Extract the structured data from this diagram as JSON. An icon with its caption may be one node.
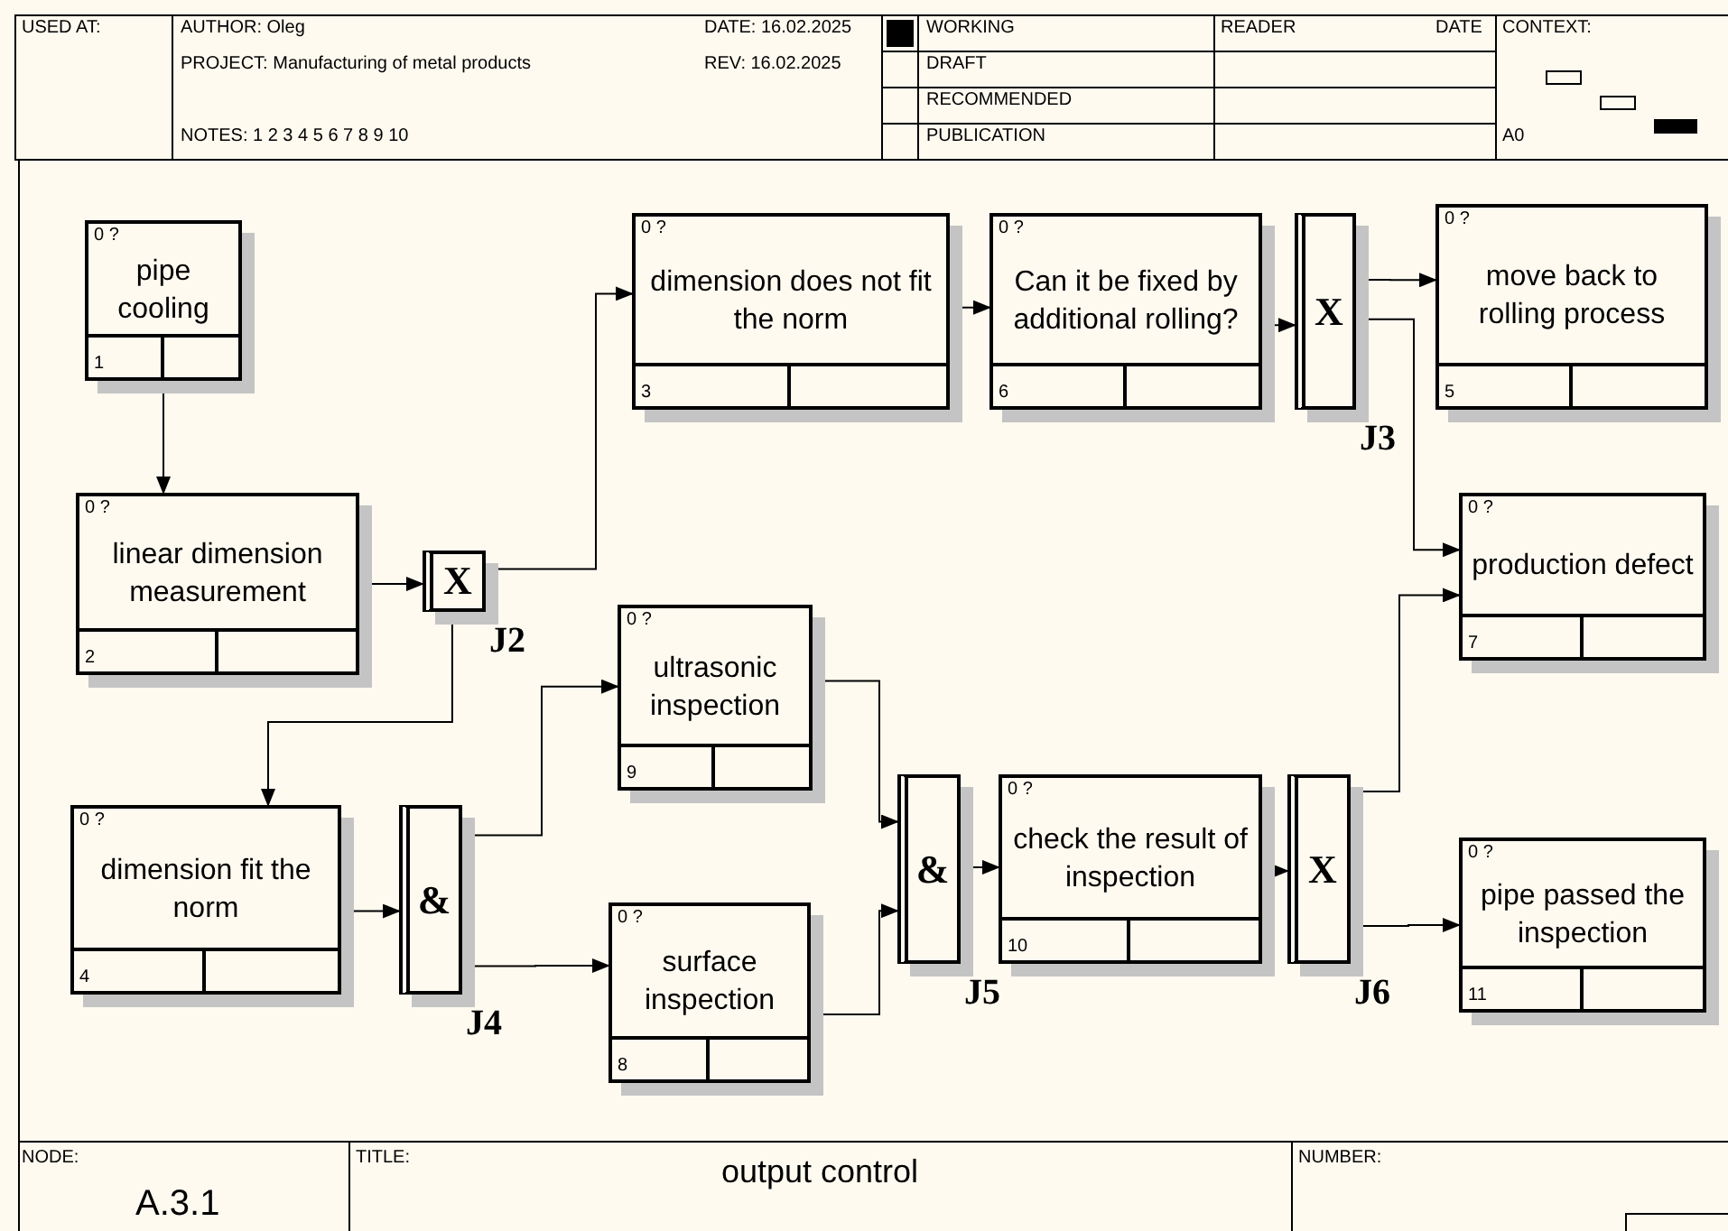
{
  "diagram": {
    "title": "output control",
    "nodes": [
      {
        "text": [
          "0 ?",
          "pipe cooling",
          "1"
        ]
      },
      {
        "text": [
          "0 ?",
          "linear dimension measurement",
          "2"
        ]
      },
      {
        "text": [
          "X"
        ],
        "beside": [
          "J2"
        ]
      },
      {
        "text": [
          "0 ?",
          "dimension does not fit the norm",
          "3"
        ]
      },
      {
        "text": [
          "0 ?",
          "Can it be fixed by additional rolling?",
          "6"
        ]
      },
      {
        "text": [
          "X"
        ],
        "beside": [
          "J3"
        ]
      },
      {
        "text": [
          "0 ?",
          "move back to rolling process",
          "5"
        ]
      },
      {
        "text": [
          "0 ?",
          "production defect",
          "7"
        ]
      },
      {
        "text": [
          "0 ?",
          "ultrasonic inspection",
          "9"
        ]
      },
      {
        "text": [
          "0 ?",
          "dimension fit the norm",
          "4"
        ]
      },
      {
        "text": [
          "&"
        ],
        "beside": [
          "J4"
        ]
      },
      {
        "text": [
          "0 ?",
          "surface inspection",
          "8"
        ]
      },
      {
        "text": [
          "&"
        ],
        "beside": [
          "J5"
        ]
      },
      {
        "text": [
          "0 ?",
          "check the result of inspection",
          "10"
        ]
      },
      {
        "text": [
          "X"
        ],
        "beside": [
          "J6"
        ]
      },
      {
        "text": [
          "0 ?",
          "pipe passed the inspection",
          "11"
        ]
      }
    ],
    "edges": [
      {
        "from": 0,
        "to": 1,
        "arrow": "to"
      },
      {
        "from": 1,
        "to": 2,
        "arrow": "to"
      },
      {
        "from": 2,
        "to": 3,
        "arrow": "to"
      },
      {
        "from": 2,
        "to": 9,
        "arrow": "to"
      },
      {
        "from": 3,
        "to": 4,
        "arrow": "to"
      },
      {
        "from": 4,
        "to": 5,
        "arrow": "to"
      },
      {
        "from": 5,
        "to": 6,
        "arrow": "to"
      },
      {
        "from": 5,
        "to": 7,
        "arrow": "to"
      },
      {
        "from": 9,
        "to": 10,
        "arrow": "to"
      },
      {
        "from": 10,
        "to": 8,
        "arrow": "to"
      },
      {
        "from": 10,
        "to": 11,
        "arrow": "to"
      },
      {
        "from": 8,
        "to": 12,
        "arrow": "to"
      },
      {
        "from": 11,
        "to": 12,
        "arrow": "to"
      },
      {
        "from": 12,
        "to": 13,
        "arrow": "to"
      },
      {
        "from": 13,
        "to": 14,
        "arrow": "to"
      },
      {
        "from": 14,
        "to": 7,
        "arrow": "to"
      },
      {
        "from": 14,
        "to": 15,
        "arrow": "to"
      }
    ],
    "labels": [
      "USED AT:",
      "AUTHOR: Oleg",
      "DATE: 16.02.2025",
      "WORKING",
      "READER",
      "DATE",
      "CONTEXT:",
      "PROJECT: Manufacturing of metal products",
      "REV: 16.02.2025",
      "DRAFT",
      "RECOMMENDED",
      "NOTES: 1 2 3 4 5 6 7 8 9 10",
      "PUBLICATION",
      "A0",
      "NODE:",
      "TITLE:",
      "NUMBER:",
      "A.3.1"
    ]
  }
}
